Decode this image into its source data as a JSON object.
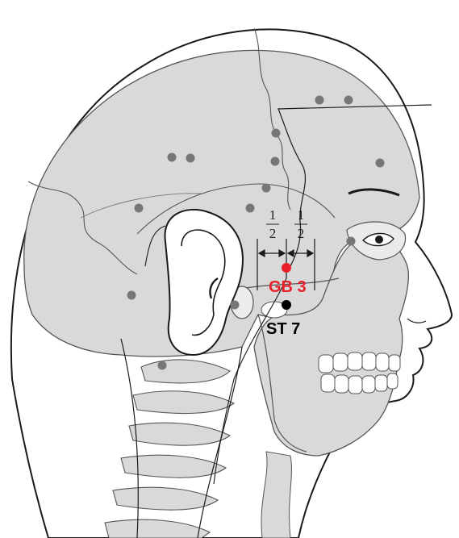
{
  "colors": {
    "background": "#ffffff",
    "skin_outline": "#1a1a1a",
    "bone_fill": "#d9d9d9",
    "bone_line": "#555555",
    "point_gray": "#777777",
    "gb3": "#e8202a",
    "st7": "#000000"
  },
  "points": {
    "gb3": {
      "label": "GB 3"
    },
    "st7": {
      "label": "ST 7"
    }
  },
  "measure": {
    "left_numerator": "1",
    "left_denominator": "2",
    "right_numerator": "1",
    "right_denominator": "2"
  }
}
